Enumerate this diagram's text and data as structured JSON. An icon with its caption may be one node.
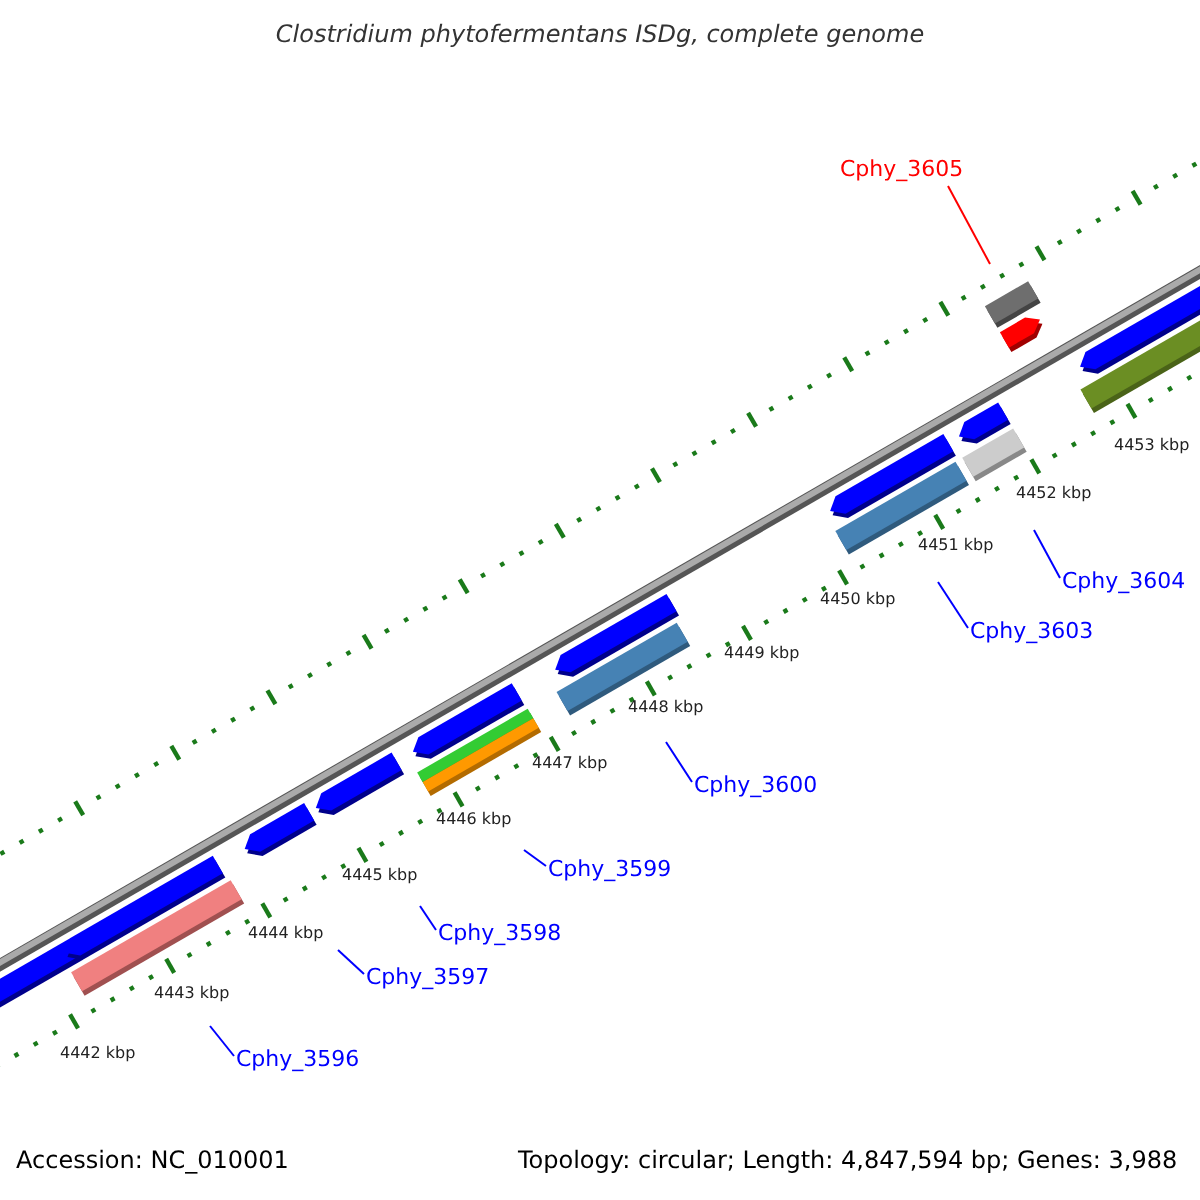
{
  "diagram": {
    "title": "Clostridium phytofermentans ISDg, complete genome",
    "nodes": [
      {
        "text": [
          "Cphy_3605"
        ]
      },
      {
        "text": [
          "Cphy_3604"
        ]
      },
      {
        "text": [
          "Cphy_3603"
        ]
      },
      {
        "text": [
          "Cphy_3600"
        ]
      },
      {
        "text": [
          "Cphy_3599"
        ]
      },
      {
        "text": [
          "Cphy_3598"
        ]
      },
      {
        "text": [
          "Cphy_3597"
        ]
      },
      {
        "text": [
          "Cphy_3596"
        ]
      }
    ],
    "edges": [
      {
        "from": 0,
        "to": null,
        "arrow": "none",
        "color": "#ff0000"
      },
      {
        "from": 1,
        "to": null,
        "arrow": "none"
      },
      {
        "from": 2,
        "to": null,
        "arrow": "none"
      },
      {
        "from": 3,
        "to": null,
        "arrow": "none"
      },
      {
        "from": 4,
        "to": null,
        "arrow": "none"
      },
      {
        "from": 5,
        "to": null,
        "arrow": "none"
      },
      {
        "from": 6,
        "to": null,
        "arrow": "none"
      },
      {
        "from": 7,
        "to": null,
        "arrow": "none"
      }
    ],
    "labels": [
      "4442 kbp",
      "4443 kbp",
      "4444 kbp",
      "4445 kbp",
      "4446 kbp",
      "4447 kbp",
      "4448 kbp",
      "4449 kbp",
      "4450 kbp",
      "4451 kbp",
      "4452 kbp",
      "4453 kbp",
      "Accession: NC_010001",
      "Topology: circular; Length: 4,847,594 bp; Genes: 3,988"
    ]
  }
}
